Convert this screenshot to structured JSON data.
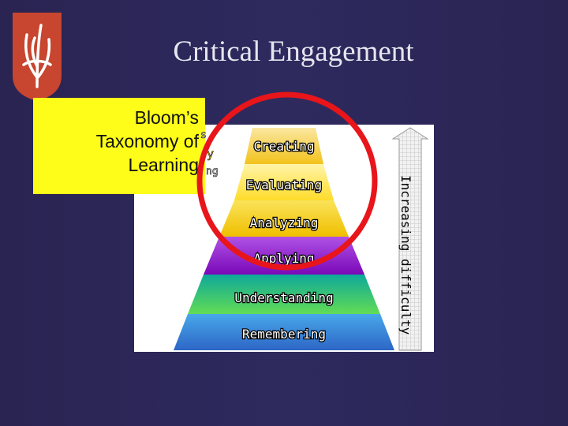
{
  "slide": {
    "title": "Critical Engagement"
  },
  "logo": {
    "icon": "fleur-de-lis-logo-icon",
    "color": "#c8452f"
  },
  "callout": {
    "text": "Bloom’s\nTaxonomy of\nLearning",
    "background": "#fdfd19",
    "peek_fragments": [
      "s",
      "y",
      "ng"
    ]
  },
  "pyramid": {
    "tiers": [
      {
        "label": "Creating",
        "color": "#f2cc2c"
      },
      {
        "label": "Evaluating",
        "color": "#ffe24a"
      },
      {
        "label": "Analyzing",
        "color": "#f5c800"
      },
      {
        "label": "Applying",
        "color": "#8a12c6"
      },
      {
        "label": "Understanding",
        "color": "#34c07a"
      },
      {
        "label": "Remembering",
        "color": "#3d86d8"
      }
    ],
    "arrow_label": "Increasing difficulty"
  },
  "highlight_ring": {
    "color": "#e8151a"
  }
}
